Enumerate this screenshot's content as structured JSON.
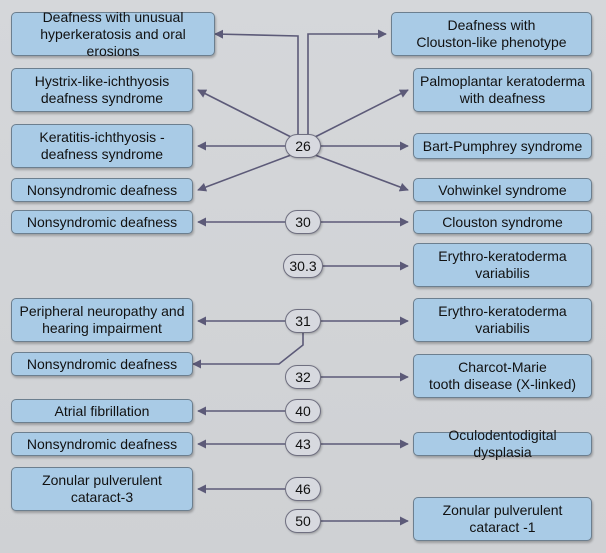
{
  "left_boxes": [
    {
      "id": "L1",
      "text": "Deafness with unusual\nhyperkeratosis and oral erosions"
    },
    {
      "id": "L2",
      "text": "Hystrix-like-ichthyosis\ndeafness syndrome"
    },
    {
      "id": "L3",
      "text": "Keratitis-ichthyosis -\ndeafness syndrome"
    },
    {
      "id": "L4",
      "text": "Nonsyndromic deafness"
    },
    {
      "id": "L5",
      "text": "Nonsyndromic deafness"
    },
    {
      "id": "L6",
      "text": "Peripheral neuropathy and\nhearing impairment"
    },
    {
      "id": "L7",
      "text": "Nonsyndromic deafness"
    },
    {
      "id": "L8",
      "text": "Atrial fibrillation"
    },
    {
      "id": "L9",
      "text": "Nonsyndromic deafness"
    },
    {
      "id": "L10",
      "text": "Zonular pulverulent\ncataract-3"
    }
  ],
  "right_boxes": [
    {
      "id": "R1",
      "text": "Deafness with\nClouston-like phenotype"
    },
    {
      "id": "R2",
      "text": "Palmoplantar keratoderma\nwith deafness"
    },
    {
      "id": "R3",
      "text": "Bart-Pumphrey syndrome"
    },
    {
      "id": "R4",
      "text": "Vohwinkel syndrome"
    },
    {
      "id": "R5",
      "text": "Clouston syndrome"
    },
    {
      "id": "R6",
      "text": "Erythro-keratoderma\nvariabilis"
    },
    {
      "id": "R7",
      "text": "Erythro-keratoderma\nvariabilis"
    },
    {
      "id": "R8",
      "text": "Charcot-Marie\ntooth disease (X-linked)"
    },
    {
      "id": "R9",
      "text": "Oculodentodigital dysplasia"
    },
    {
      "id": "R10",
      "text": "Zonular pulverulent\ncataract -1"
    }
  ],
  "nodes": [
    {
      "id": "N26",
      "label": "26"
    },
    {
      "id": "N30",
      "label": "30"
    },
    {
      "id": "N30_3",
      "label": "30.3"
    },
    {
      "id": "N31",
      "label": "31"
    },
    {
      "id": "N32",
      "label": "32"
    },
    {
      "id": "N40",
      "label": "40"
    },
    {
      "id": "N43",
      "label": "43"
    },
    {
      "id": "N46",
      "label": "46"
    },
    {
      "id": "N50",
      "label": "50"
    }
  ],
  "links": [
    {
      "from": "N26",
      "to": "L1"
    },
    {
      "from": "N26",
      "to": "L2"
    },
    {
      "from": "N26",
      "to": "L3"
    },
    {
      "from": "N26",
      "to": "L4"
    },
    {
      "from": "N26",
      "to": "R1"
    },
    {
      "from": "N26",
      "to": "R2"
    },
    {
      "from": "N26",
      "to": "R3"
    },
    {
      "from": "N26",
      "to": "R4"
    },
    {
      "from": "N30",
      "to": "L5"
    },
    {
      "from": "N30",
      "to": "R5"
    },
    {
      "from": "N30_3",
      "to": "R6"
    },
    {
      "from": "N31",
      "to": "L6"
    },
    {
      "from": "N31",
      "to": "L7"
    },
    {
      "from": "N31",
      "to": "R7"
    },
    {
      "from": "N32",
      "to": "R8"
    },
    {
      "from": "N40",
      "to": "L8"
    },
    {
      "from": "N43",
      "to": "L9"
    },
    {
      "from": "N43",
      "to": "R9"
    },
    {
      "from": "N46",
      "to": "L10"
    },
    {
      "from": "N50",
      "to": "R10"
    }
  ],
  "colors": {
    "box_fill": "#a9cbe6",
    "node_fill": "#d7d9df",
    "line": "#5c5a78"
  }
}
